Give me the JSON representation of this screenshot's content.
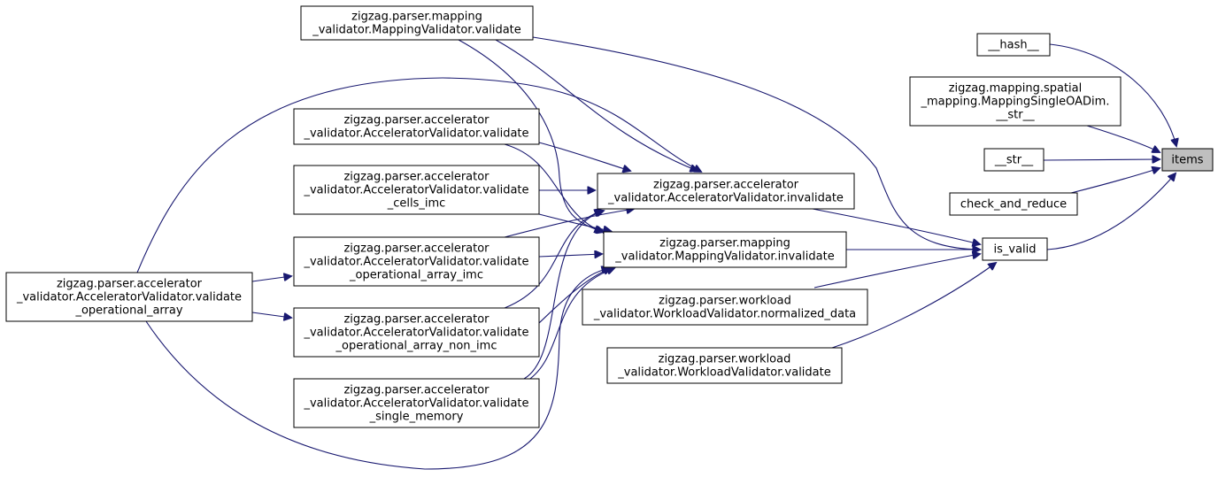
{
  "diagram": {
    "nodes": [
      {
        "id": "items",
        "lines": [
          "items"
        ],
        "focus": true
      },
      {
        "id": "hash",
        "lines": [
          "__hash__"
        ]
      },
      {
        "id": "mapstr",
        "lines": [
          "zigzag.mapping.spatial",
          "_mapping.MappingSingleOADim.",
          "__str__"
        ]
      },
      {
        "id": "str",
        "lines": [
          "__str__"
        ]
      },
      {
        "id": "check",
        "lines": [
          "check_and_reduce"
        ]
      },
      {
        "id": "isvalid",
        "lines": [
          "is_valid"
        ]
      },
      {
        "id": "mvvalidate",
        "lines": [
          "zigzag.parser.mapping",
          "_validator.MappingValidator.validate"
        ]
      },
      {
        "id": "avinvalidate",
        "lines": [
          "zigzag.parser.accelerator",
          "_validator.AcceleratorValidator.invalidate"
        ]
      },
      {
        "id": "mvinvalidate",
        "lines": [
          "zigzag.parser.mapping",
          "_validator.MappingValidator.invalidate"
        ]
      },
      {
        "id": "wvnorm",
        "lines": [
          "zigzag.parser.workload",
          "_validator.WorkloadValidator.normalized_data"
        ]
      },
      {
        "id": "wvvalidate",
        "lines": [
          "zigzag.parser.workload",
          "_validator.WorkloadValidator.validate"
        ]
      },
      {
        "id": "avvalidate",
        "lines": [
          "zigzag.parser.accelerator",
          "_validator.AcceleratorValidator.validate"
        ]
      },
      {
        "id": "avcells",
        "lines": [
          "zigzag.parser.accelerator",
          "_validator.AcceleratorValidator.validate",
          "_cells_imc"
        ]
      },
      {
        "id": "avoaimc",
        "lines": [
          "zigzag.parser.accelerator",
          "_validator.AcceleratorValidator.validate",
          "_operational_array_imc"
        ]
      },
      {
        "id": "avoanon",
        "lines": [
          "zigzag.parser.accelerator",
          "_validator.AcceleratorValidator.validate",
          "_operational_array_non_imc"
        ]
      },
      {
        "id": "avsingle",
        "lines": [
          "zigzag.parser.accelerator",
          "_validator.AcceleratorValidator.validate",
          "_single_memory"
        ]
      },
      {
        "id": "avoa",
        "lines": [
          "zigzag.parser.accelerator",
          "_validator.AcceleratorValidator.validate",
          "_operational_array"
        ]
      }
    ],
    "edges": [
      {
        "from": "hash",
        "to": "items"
      },
      {
        "from": "mapstr",
        "to": "items"
      },
      {
        "from": "str",
        "to": "items"
      },
      {
        "from": "check",
        "to": "items"
      },
      {
        "from": "isvalid",
        "to": "items"
      },
      {
        "from": "mvvalidate",
        "to": "isvalid"
      },
      {
        "from": "avinvalidate",
        "to": "isvalid"
      },
      {
        "from": "mvinvalidate",
        "to": "isvalid"
      },
      {
        "from": "wvnorm",
        "to": "isvalid"
      },
      {
        "from": "wvvalidate",
        "to": "isvalid"
      },
      {
        "from": "mvvalidate",
        "to": "avinvalidate"
      },
      {
        "from": "mvvalidate",
        "to": "mvinvalidate"
      },
      {
        "from": "avvalidate",
        "to": "avinvalidate"
      },
      {
        "from": "avvalidate",
        "to": "mvinvalidate"
      },
      {
        "from": "avcells",
        "to": "avinvalidate"
      },
      {
        "from": "avcells",
        "to": "mvinvalidate"
      },
      {
        "from": "avoaimc",
        "to": "avinvalidate"
      },
      {
        "from": "avoaimc",
        "to": "mvinvalidate"
      },
      {
        "from": "avoanon",
        "to": "avinvalidate"
      },
      {
        "from": "avoanon",
        "to": "mvinvalidate"
      },
      {
        "from": "avsingle",
        "to": "avinvalidate"
      },
      {
        "from": "avsingle",
        "to": "mvinvalidate"
      },
      {
        "from": "avoa",
        "to": "avoaimc"
      },
      {
        "from": "avoa",
        "to": "avoanon"
      },
      {
        "from": "avoa",
        "to": "avinvalidate"
      },
      {
        "from": "avoa",
        "to": "mvinvalidate"
      }
    ]
  }
}
